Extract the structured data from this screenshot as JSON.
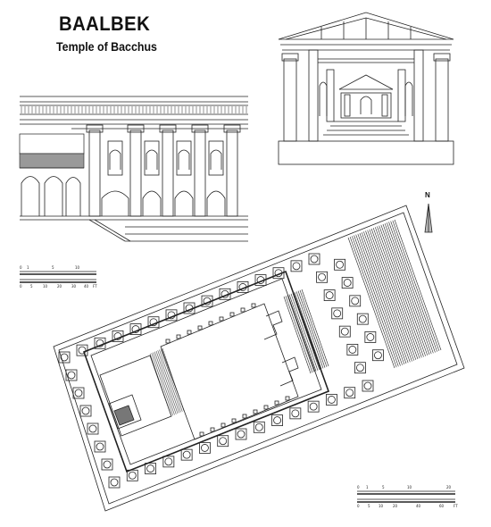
{
  "header": {
    "title": "BAALBEK",
    "subtitle": "Temple of Bacchus"
  },
  "compass": {
    "label": "N"
  },
  "scale_bars": {
    "left": {
      "top_marks": [
        "0",
        "1",
        "5",
        "10"
      ],
      "bottom_marks": [
        "0",
        "5",
        "10",
        "20",
        "30",
        "40"
      ],
      "bottom_unit": "FT"
    },
    "right": {
      "top_marks": [
        "0",
        "1",
        "5",
        "10",
        "20"
      ],
      "bottom_marks": [
        "0",
        "5",
        "10",
        "20",
        "40",
        "60"
      ],
      "bottom_unit": "FT"
    }
  },
  "drawings": {
    "elevation": "section-elevation",
    "section": "transverse-section",
    "plan": "ground-plan"
  }
}
